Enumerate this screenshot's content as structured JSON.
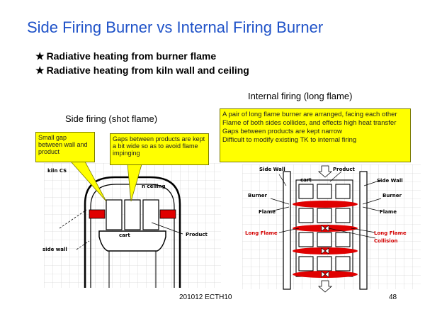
{
  "slide": {
    "title": "Side Firing Burner vs Internal Firing Burner",
    "bullets": [
      {
        "star": "★",
        "text": "Radiative heating from burner flame"
      },
      {
        "star": "★",
        "text": "Radiative heating from kiln wall and ceiling"
      }
    ]
  },
  "side_firing": {
    "caption": "Side firing (shot flame)",
    "note_small_gap": "Small gap between wall and product",
    "note_gaps": "Gaps between products are kept a bit wide so as to avoid flame impinging",
    "labels": {
      "kiln_cs": "kiln CS",
      "kiln_ceiling": "n ceiling",
      "cart": "cart",
      "product": "Product",
      "side_wall": "side wall"
    }
  },
  "internal_firing": {
    "caption": "Internal firing (long flame)",
    "note_lines": [
      "A pair of long flame burner are arranged, facing each other",
      "Flame of both sides collides, and effects high heat transfer",
      "Gaps between products are kept narrow",
      "Difficult to modify existing TK to internal firing"
    ],
    "labels": {
      "side_wall_left": "Side Wall",
      "product": "Product",
      "side_wall_right": "Side Wall",
      "cart": "cart",
      "burner_left": "Burner",
      "burner_right": "Burner",
      "flame_left": "Flame",
      "flame_right": "Flame",
      "long_flame_left": "Long Flame",
      "long_flame_right": "Long Flame",
      "collision": "Collision"
    }
  },
  "footer": {
    "center": "201012 ECTH10",
    "page": "48"
  },
  "colors": {
    "title": "#1f52c8",
    "note_fill": "#ffff00",
    "flame": "#e00000",
    "long_flame_label": "#d40000"
  }
}
